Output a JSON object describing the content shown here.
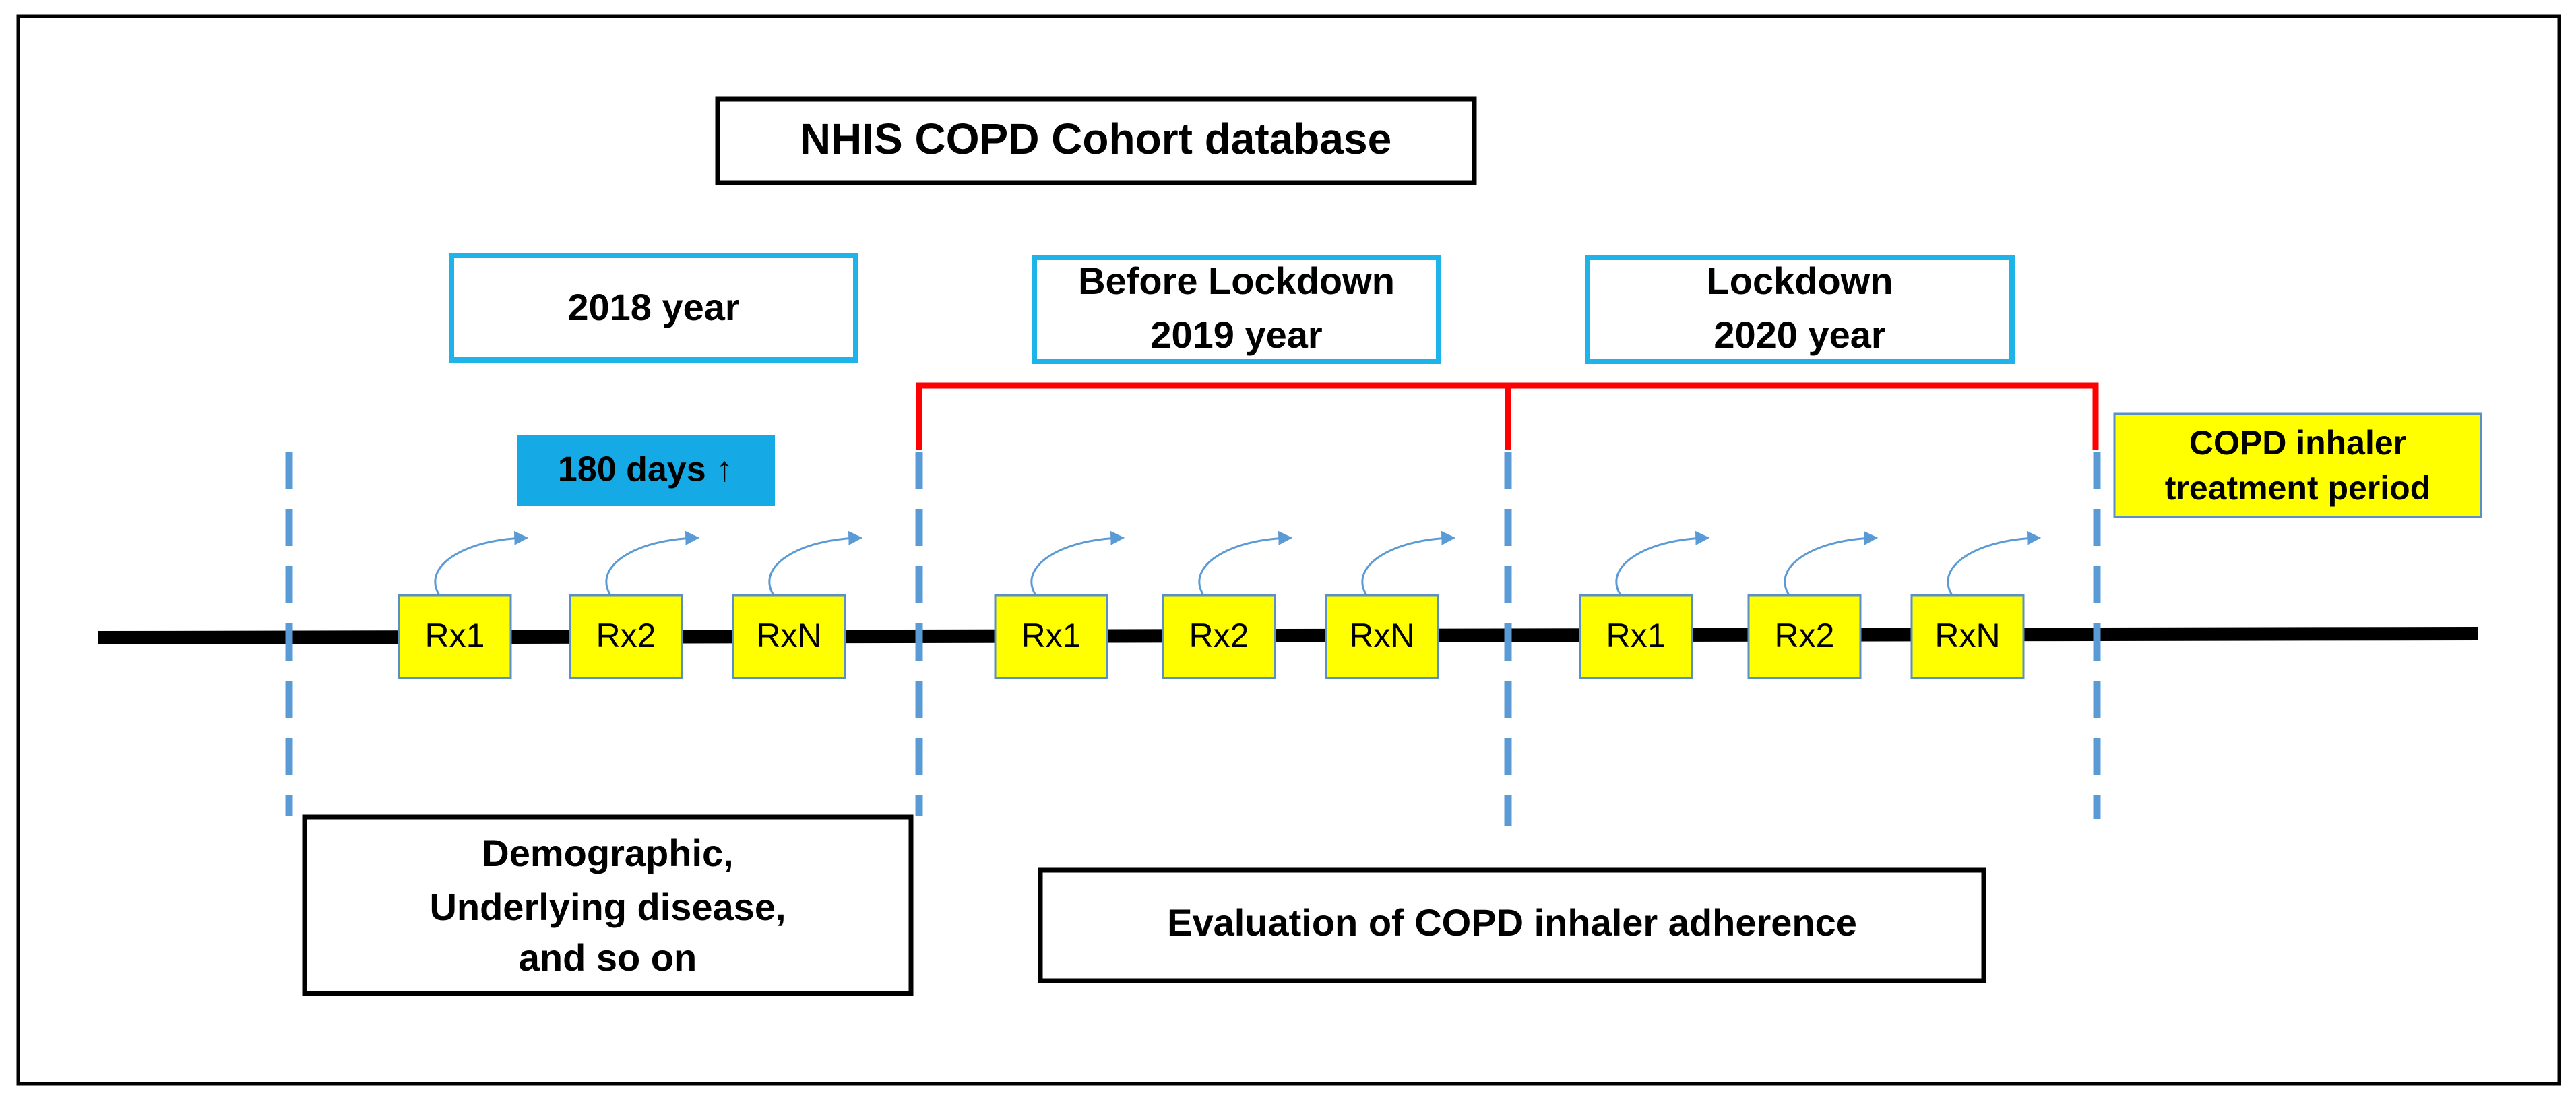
{
  "title": "NHIS COPD Cohort database",
  "periods": [
    {
      "key": "baseline",
      "lines": [
        "2018 year"
      ]
    },
    {
      "key": "before",
      "lines": [
        "Before Lockdown",
        "2019 year"
      ]
    },
    {
      "key": "lockdown",
      "lines": [
        "Lockdown",
        "2020 year"
      ]
    }
  ],
  "days_label": "180 days ↑",
  "rx_labels": [
    "Rx1",
    "Rx2",
    "RxN",
    "Rx1",
    "Rx2",
    "RxN",
    "Rx1",
    "Rx2",
    "RxN"
  ],
  "treatment_period": [
    "COPD inhaler",
    "treatment period"
  ],
  "baseline_note": [
    "Demographic,",
    "Underlying disease,",
    "and so on"
  ],
  "evaluation_note": "Evaluation of COPD inhaler adherence",
  "colors": {
    "frame": "#000000",
    "period_border": "#1FB4E9",
    "days_fill": "#15A9E6",
    "rx_fill": "#FFFF00",
    "rx_border": "#5B8FC7",
    "bracket": "#FF0000",
    "dash": "#5B9BD5",
    "arrow": "#5B9BD5"
  }
}
